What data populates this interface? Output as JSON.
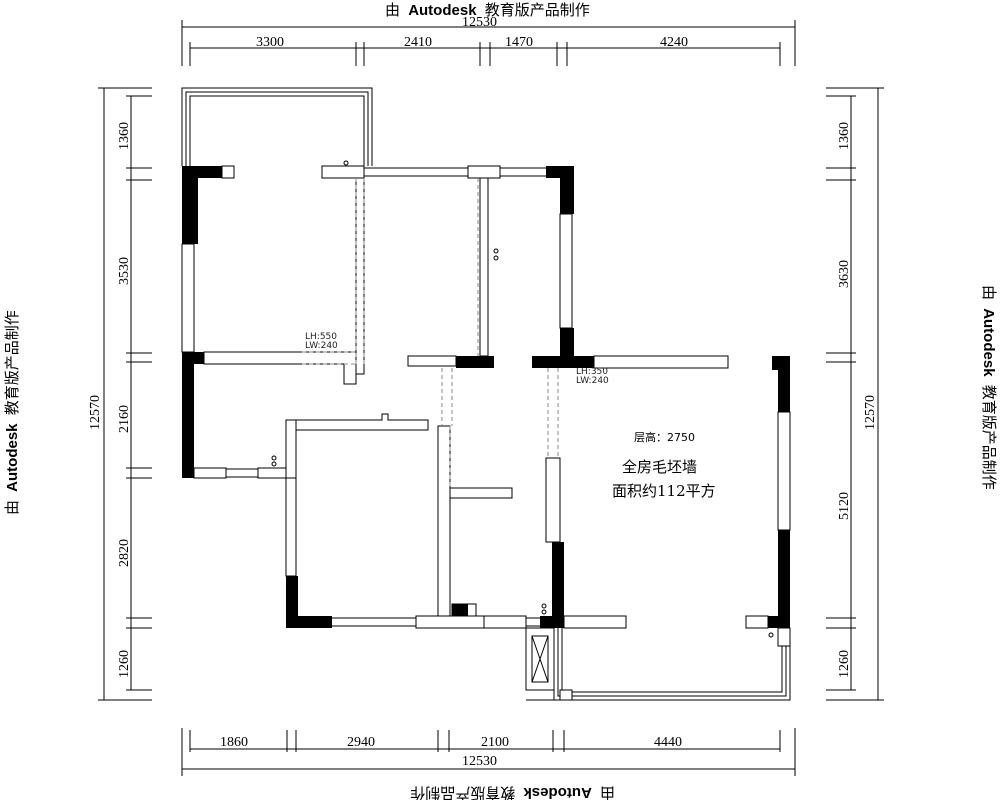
{
  "watermark": {
    "prefix": "由",
    "brand": "Autodesk",
    "suffix": "教育版产品制作"
  },
  "top_dimensions": {
    "total": "12530",
    "segments": [
      "3300",
      "2410",
      "1470",
      "4240"
    ]
  },
  "bottom_dimensions": {
    "total": "12530",
    "segments": [
      "1860",
      "2940",
      "2100",
      "4440"
    ]
  },
  "left_dimensions": {
    "total": "12570",
    "segments": [
      "1360",
      "3530",
      "2160",
      "2820",
      "1260"
    ]
  },
  "right_dimensions": {
    "total": "12570",
    "segments": [
      "1360",
      "3630",
      "5120",
      "1260"
    ]
  },
  "beam_labels": [
    {
      "lh": "LH:550",
      "lw": "LW:240"
    },
    {
      "lh": "LH:350",
      "lw": "LW:240"
    }
  ],
  "notes": {
    "floor_height": "层高：2750",
    "finish": "全房毛坯墙",
    "area": "面积约112平方"
  }
}
